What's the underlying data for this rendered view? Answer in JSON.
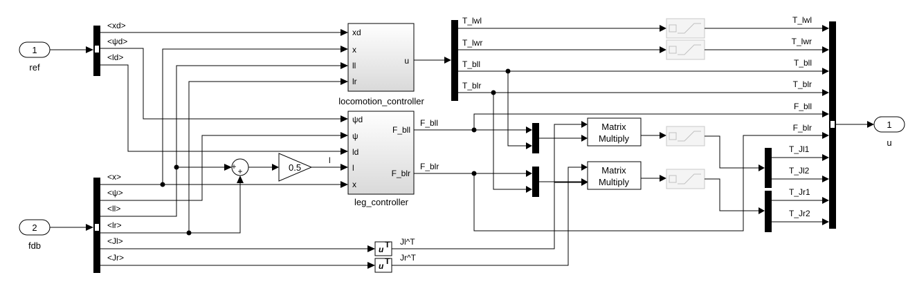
{
  "inports": {
    "ref": {
      "number": "1",
      "name": "ref"
    },
    "fdb": {
      "number": "2",
      "name": "fdb"
    }
  },
  "outport": {
    "number": "1",
    "name": "u"
  },
  "ref_bus_signals": [
    "<xd>",
    "<ψd>",
    "<ld>"
  ],
  "fdb_bus_signals": [
    "<x>",
    "<ψ>",
    "<ll>",
    "<lr>",
    "<Jl>",
    "<Jr>"
  ],
  "locomotion_controller": {
    "name": "locomotion_controller",
    "inputs": [
      "xd",
      "x",
      "ll",
      "lr"
    ],
    "output": "u"
  },
  "leg_controller": {
    "name": "leg_controller",
    "inputs": [
      "ψd",
      "ψ",
      "ld",
      "l",
      "x"
    ],
    "outputs": [
      "F_bll",
      "F_blr"
    ]
  },
  "sum_block": {
    "signs": [
      "+",
      "+"
    ]
  },
  "gain_block": {
    "value": "0.5",
    "output_label": "l"
  },
  "transpose_blocks": {
    "label": "u",
    "superscript": "T",
    "outputs": [
      "Jl^T",
      "Jr^T"
    ]
  },
  "matrix_multiply": {
    "line1": "Matrix",
    "line2": "Multiply"
  },
  "demux_signals": [
    "T_lwl",
    "T_lwr",
    "T_bll",
    "T_blr"
  ],
  "leg_signals": [
    "F_bll",
    "F_blr"
  ],
  "mux_input_labels": [
    "T_lwl",
    "T_lwr",
    "T_bll",
    "T_blr",
    "F_bll",
    "F_blr",
    "T_Jl1",
    "T_Jl2",
    "T_Jr1",
    "T_Jr2"
  ]
}
